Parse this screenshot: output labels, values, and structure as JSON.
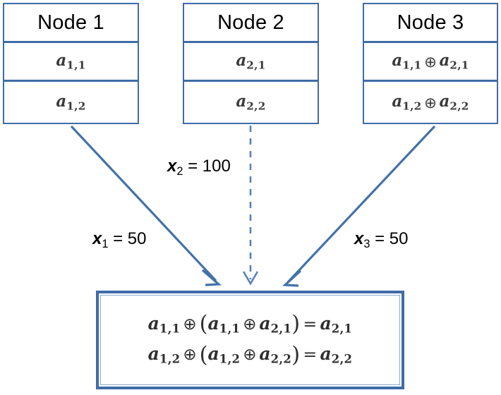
{
  "diagram": {
    "title": "XOR network coding relay diagram",
    "colors": {
      "border_blue": "#3f6ca8",
      "arrow_blue": "#4472a8",
      "background": "#ffffff",
      "header_text": "#000000",
      "math_text": "#3a3a3a"
    },
    "nodes": [
      {
        "id": "node-1",
        "header": "Node 1",
        "rows": [
          {
            "id": "n1r1",
            "var": "a",
            "sub": "1,1",
            "text": "a1,1"
          },
          {
            "id": "n1r2",
            "var": "a",
            "sub": "1,2",
            "text": "a1,2"
          }
        ]
      },
      {
        "id": "node-2",
        "header": "Node 2",
        "rows": [
          {
            "id": "n2r1",
            "var": "a",
            "sub": "2,1",
            "text": "a2,1"
          },
          {
            "id": "n2r2",
            "var": "a",
            "sub": "2,2",
            "text": "a2,2"
          }
        ]
      },
      {
        "id": "node-3",
        "header": "Node 3",
        "rows": [
          {
            "id": "n3r1",
            "left_sub": "1,1",
            "right_sub": "2,1",
            "op": "⊕",
            "text": "a1,1 ⊕ a2,1"
          },
          {
            "id": "n3r2",
            "left_sub": "1,2",
            "right_sub": "2,2",
            "op": "⊕",
            "text": "a1,2 ⊕ a2,2"
          }
        ]
      }
    ],
    "edges": [
      {
        "id": "edge-1",
        "from": "node-1",
        "to": "result-box",
        "style": "solid",
        "label_var": "x",
        "label_sub": "1",
        "label_rest": " = 50",
        "label_text": "x1 = 50",
        "value": 50
      },
      {
        "id": "edge-2",
        "from": "node-2",
        "to": "result-box",
        "style": "dashed",
        "label_var": "x",
        "label_sub": "2",
        "label_rest": " = 100",
        "label_text": "x2 = 100",
        "value": 100
      },
      {
        "id": "edge-3",
        "from": "node-3",
        "to": "result-box",
        "style": "solid",
        "label_var": "x",
        "label_sub": "3",
        "label_rest": " = 50",
        "label_text": "x3 = 50",
        "value": 50
      }
    ],
    "result": {
      "lines": [
        {
          "id": "result-line-1",
          "text": "a1,1 ⊕ (a1,1 ⊕ a2,1) = a2,1",
          "terms": {
            "t1_sub": "1,1",
            "t2_sub": "1,1",
            "t3_sub": "2,1",
            "rhs_sub": "2,1"
          }
        },
        {
          "id": "result-line-2",
          "text": "a1,2 ⊕ (a1,2 ⊕ a2,2) = a2,2",
          "terms": {
            "t1_sub": "1,2",
            "t2_sub": "1,2",
            "t3_sub": "2,2",
            "rhs_sub": "2,2"
          }
        }
      ]
    }
  }
}
